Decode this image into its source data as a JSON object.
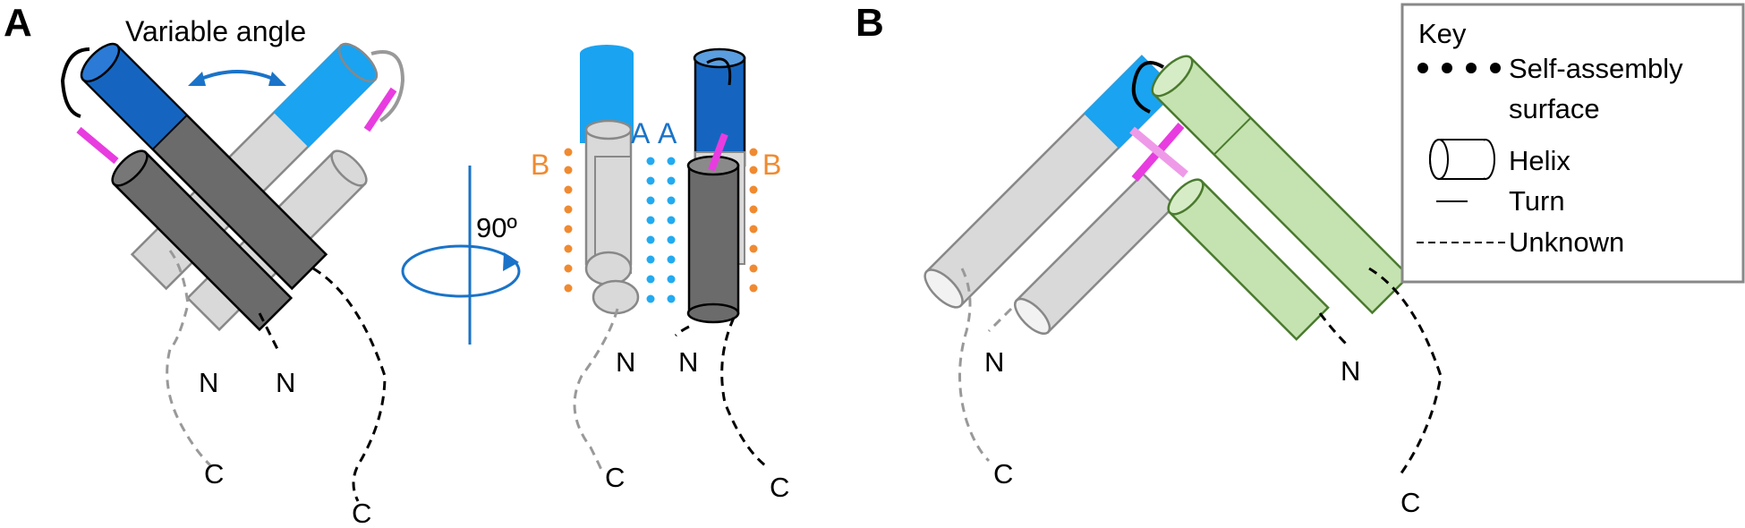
{
  "panels": {
    "a": {
      "letter": "A",
      "variable_angle_label": "Variable angle",
      "rotation_label": "90º",
      "side_labels": {
        "left": "B",
        "center_left": "A",
        "center_right": "A",
        "right": "B"
      },
      "terminus": {
        "n": "N",
        "c": "C"
      }
    },
    "b": {
      "letter": "B",
      "terminus": {
        "n": "N",
        "c": "C"
      }
    }
  },
  "key": {
    "title": "Key",
    "items": [
      {
        "symbol": "dots",
        "line1": "Self-assembly",
        "line2": "surface"
      },
      {
        "symbol": "cylinder",
        "line1": "Helix"
      },
      {
        "symbol": "solid-line",
        "line1": "Turn"
      },
      {
        "symbol": "dashed-line",
        "line1": "Unknown"
      }
    ]
  },
  "colors": {
    "dark_blue": "#1565c0",
    "light_blue": "#1aa3f0",
    "dark_gray": "#6b6b6b",
    "light_gray": "#d9d9d9",
    "green": "#c5e3b0",
    "green_stroke": "#4a7a2e",
    "magenta": "#e83ce0",
    "orange": "#f08a30",
    "cyan_dots": "#22aaf0"
  }
}
